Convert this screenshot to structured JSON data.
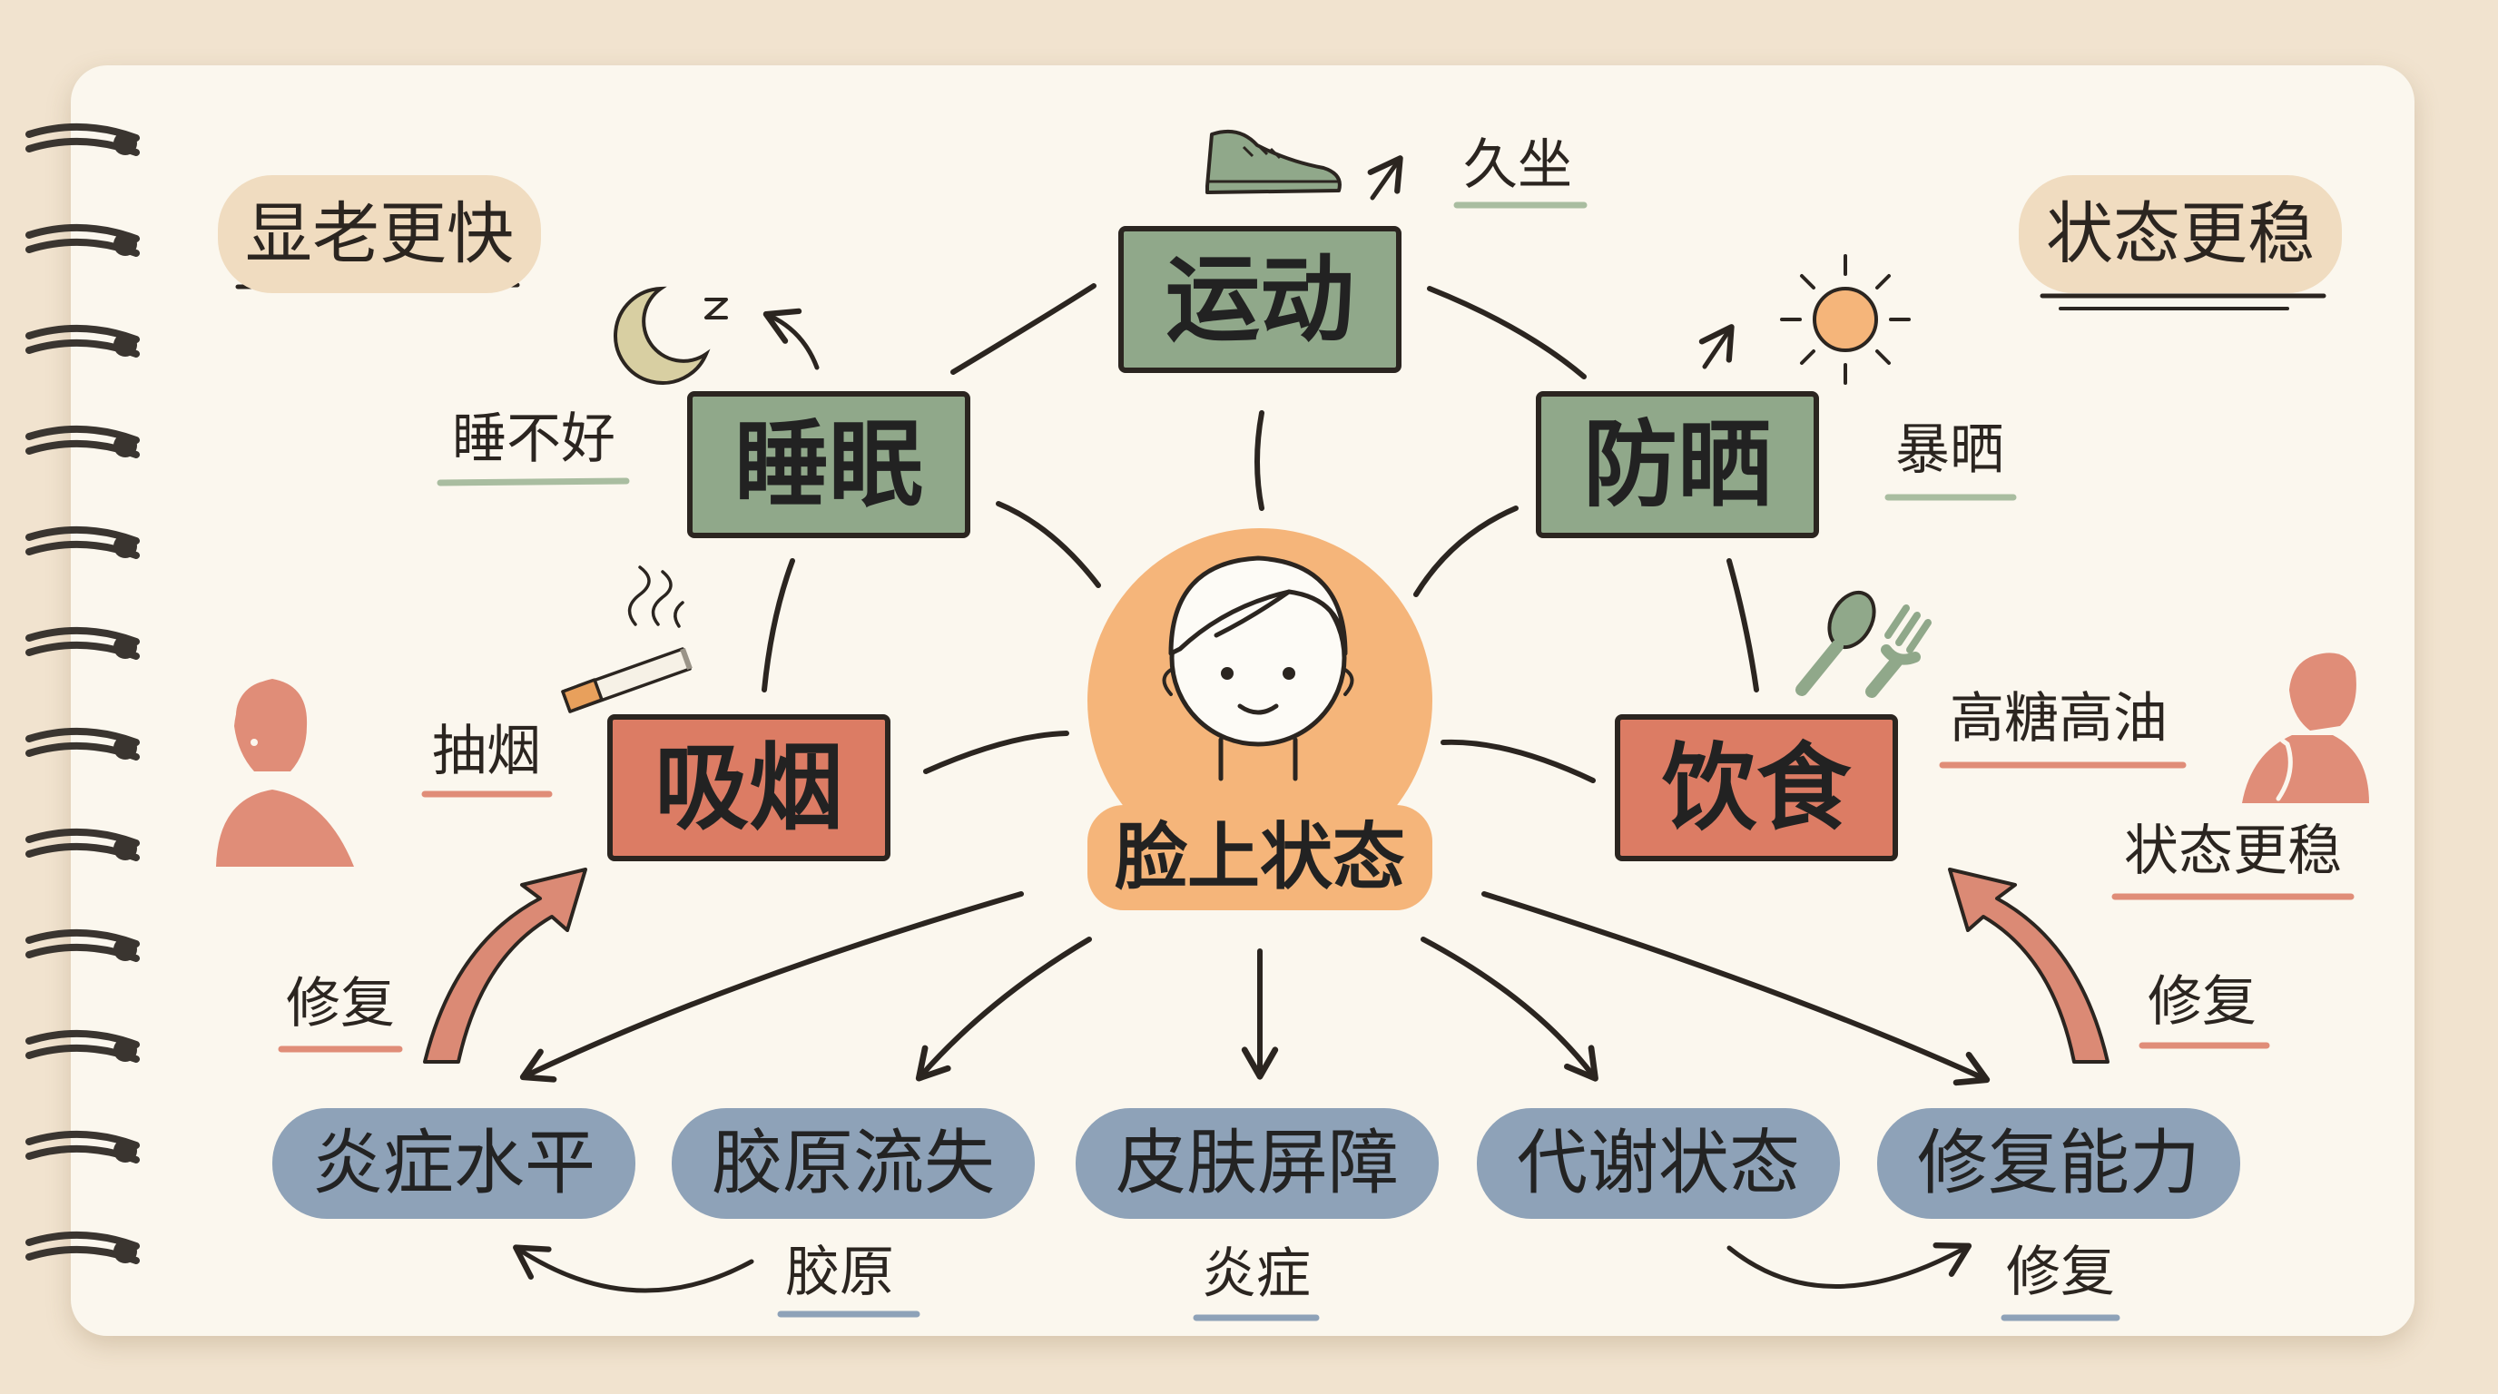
{
  "center": {
    "label": "脸上状态",
    "icon": "face-icon"
  },
  "factors": {
    "exercise": {
      "label": "运动",
      "note": "久坐",
      "icon": "shoe-icon"
    },
    "sleep": {
      "label": "睡眠",
      "note": "睡不好",
      "icon": "moon-icon"
    },
    "sunscreen": {
      "label": "防晒",
      "note": "暴晒",
      "icon": "sun-icon"
    },
    "smoking": {
      "label": "吸烟",
      "note": "抽烟",
      "icon": "cigarette-icon"
    },
    "diet": {
      "label": "饮食",
      "note": "高糖高油",
      "icon": "spoon-fork-icon"
    }
  },
  "outcomes": [
    "炎症水平",
    "胶原流失",
    "皮肤屏障",
    "代谢状态",
    "修复能力"
  ],
  "badges": {
    "left": "显老更快",
    "right": "状态更稳",
    "right_side": "状态更稳"
  },
  "repair": {
    "left": "修复",
    "right": "修复"
  },
  "bottom_notes": {
    "collagen": "胶原",
    "inflammation": "炎症",
    "repair": "修复"
  },
  "colors": {
    "green": "#90a88a",
    "red": "#dc7c64",
    "blue": "#8ea2b8",
    "orange": "#f5b57a",
    "paper": "#fbf7ee",
    "background": "#f1e3cf",
    "ink": "#2b2520"
  }
}
